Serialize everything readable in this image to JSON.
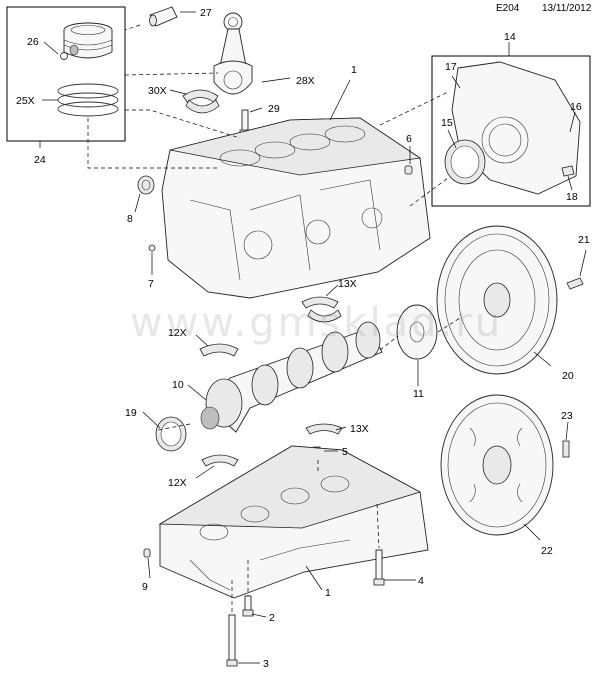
{
  "header": {
    "code": "E204",
    "date": "13/11/2012"
  },
  "watermark": "www.gmsklad.ru",
  "callouts": {
    "c1_top": "1",
    "c1_bottom": "1",
    "c2": "2",
    "c3": "3",
    "c4": "4",
    "c5": "5",
    "c6": "6",
    "c7": "7",
    "c8": "8",
    "c9": "9",
    "c10": "10",
    "c11": "11",
    "c12x_a": "12X",
    "c12x_b": "12X",
    "c13x_a": "13X",
    "c13x_b": "13X",
    "c14": "14",
    "c15": "15",
    "c16": "16",
    "c17": "17",
    "c18": "18",
    "c19": "19",
    "c20": "20",
    "c21": "21",
    "c22": "22",
    "c23": "23",
    "c24": "24",
    "c25x": "25X",
    "c26": "26",
    "c27": "27",
    "c28x": "28X",
    "c29": "29",
    "c30x": "30X"
  }
}
